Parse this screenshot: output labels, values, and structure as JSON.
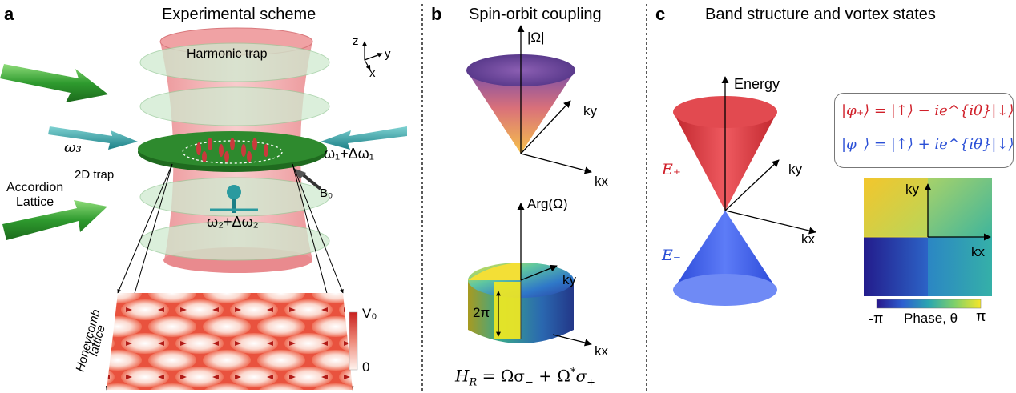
{
  "panels": {
    "a": {
      "letter": "a",
      "title": "Experimental scheme",
      "harmonic_trap": "Harmonic trap",
      "axes": {
        "z": "z",
        "y": "y",
        "x": "x"
      },
      "omega3": "ω₃",
      "omega1": "ω₁+Δω₁",
      "omega2": "ω₂+Δω₂",
      "trap2d": "2D trap",
      "accordion": "Accordion\nLattice",
      "accordion_l1": "Accordion",
      "accordion_l2": "Lattice",
      "b0": "B₀",
      "honeycomb_l1": "Honeycomb",
      "honeycomb_l2": "lattice",
      "colorbar_max": "V₀",
      "colorbar_min": "0"
    },
    "b": {
      "letter": "b",
      "title": "Spin-orbit coupling",
      "top_axis": "|Ω|",
      "ky": "ky",
      "kx": "kx",
      "bottom_axis": "Arg(Ω)",
      "two_pi": "2π",
      "hamiltonian": "H_R = Ωσ₋ + Ω*σ₊",
      "ham_H": "H",
      "ham_R": "R",
      "ham_rest": " = Ωσ",
      "ham_minus": "−",
      "ham_plus_part": " + Ω",
      "ham_star": "*",
      "ham_sigma": "σ",
      "ham_plus": "+"
    },
    "c": {
      "letter": "c",
      "title": "Band structure and vortex states",
      "energy": "Energy",
      "e_plus": "E₊",
      "e_minus": "E₋",
      "ky": "ky",
      "kx": "kx",
      "state_plus": "|φ₊⟩ = |↑⟩ − ie^{iθ}|↓⟩",
      "state_minus": "|φ₋⟩ = |↑⟩ + ie^{iθ}|↓⟩",
      "phase_label": "Phase, θ",
      "phase_min": "-π",
      "phase_max": "π"
    }
  },
  "colors": {
    "state_plus": "#d0202a",
    "state_minus": "#2a4fd6",
    "band_upper": "#d9333b",
    "band_lower": "#3a5cf0",
    "trap_red": "#e8757a",
    "disc_green": "#9fd6a0",
    "beam_green": "#3aa83a",
    "beam_cyan": "#2a9a9f"
  }
}
